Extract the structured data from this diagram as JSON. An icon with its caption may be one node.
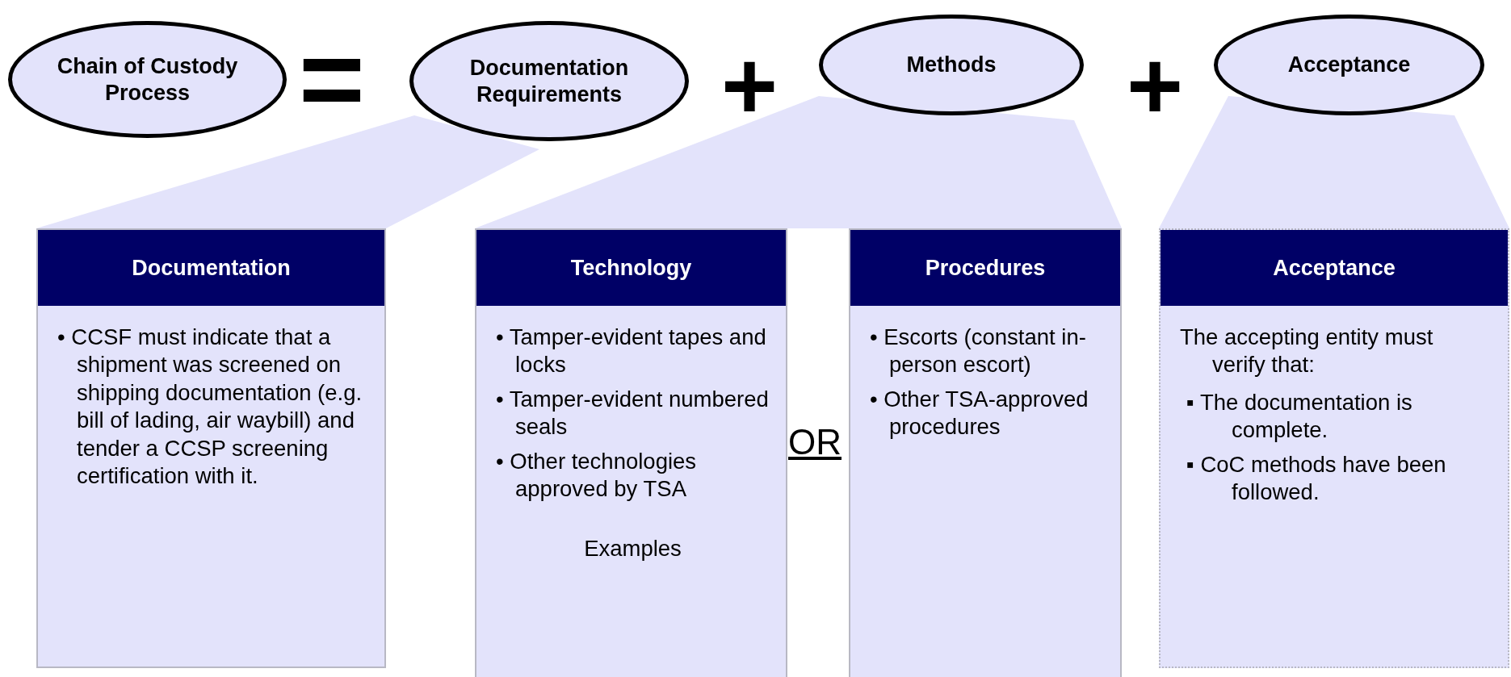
{
  "diagram": {
    "nodes": [
      {
        "text": [
          "Chain of Custody Process"
        ]
      },
      {
        "text": [
          "Documentation Requirements"
        ]
      },
      {
        "text": [
          "Methods"
        ]
      },
      {
        "text": [
          "Acceptance"
        ]
      },
      {
        "text": [
          "Documentation",
          "• CCSF must indicate that a shipment was screened on shipping documentation (e.g. bill of lading, air waybill) and tender a CCSP screening certification with it."
        ]
      },
      {
        "text": [
          "Technology",
          "• Tamper-evident tapes and locks",
          "• Tamper-evident numbered seals",
          "• Other technologies approved by TSA",
          "Examples"
        ]
      },
      {
        "text": [
          "Procedures",
          "• Escorts (constant in-person escort)",
          "• Other TSA-approved procedures"
        ]
      },
      {
        "text": [
          "Acceptance",
          "The accepting entity must verify that:",
          "▪ The documentation is complete.",
          "▪ CoC methods have been followed."
        ]
      }
    ],
    "edges": [
      {
        "from": 1,
        "to": 4,
        "arrow": "none"
      },
      {
        "from": 2,
        "to": 5,
        "arrow": "none"
      },
      {
        "from": 2,
        "to": 6,
        "arrow": "none"
      },
      {
        "from": 3,
        "to": 7,
        "arrow": "none"
      }
    ],
    "labels": [
      "=",
      "+",
      "+",
      "OR"
    ]
  }
}
